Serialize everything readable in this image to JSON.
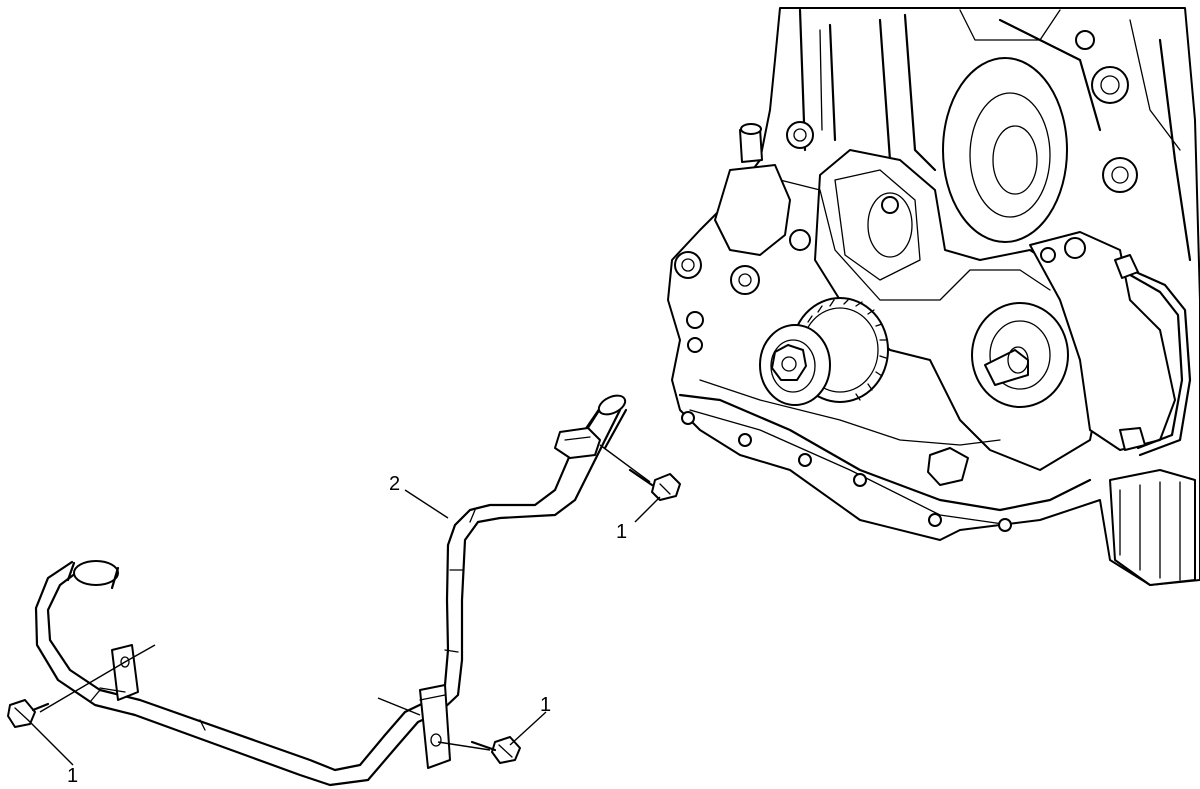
{
  "diagram": {
    "callouts": [
      {
        "id": "bolt-upper",
        "label": "1"
      },
      {
        "id": "pipe",
        "label": "2"
      },
      {
        "id": "bolt-lower-left",
        "label": "1"
      },
      {
        "id": "bolt-lower-right",
        "label": "1"
      }
    ],
    "colors": {
      "line": "#000000",
      "background": "#ffffff"
    }
  }
}
